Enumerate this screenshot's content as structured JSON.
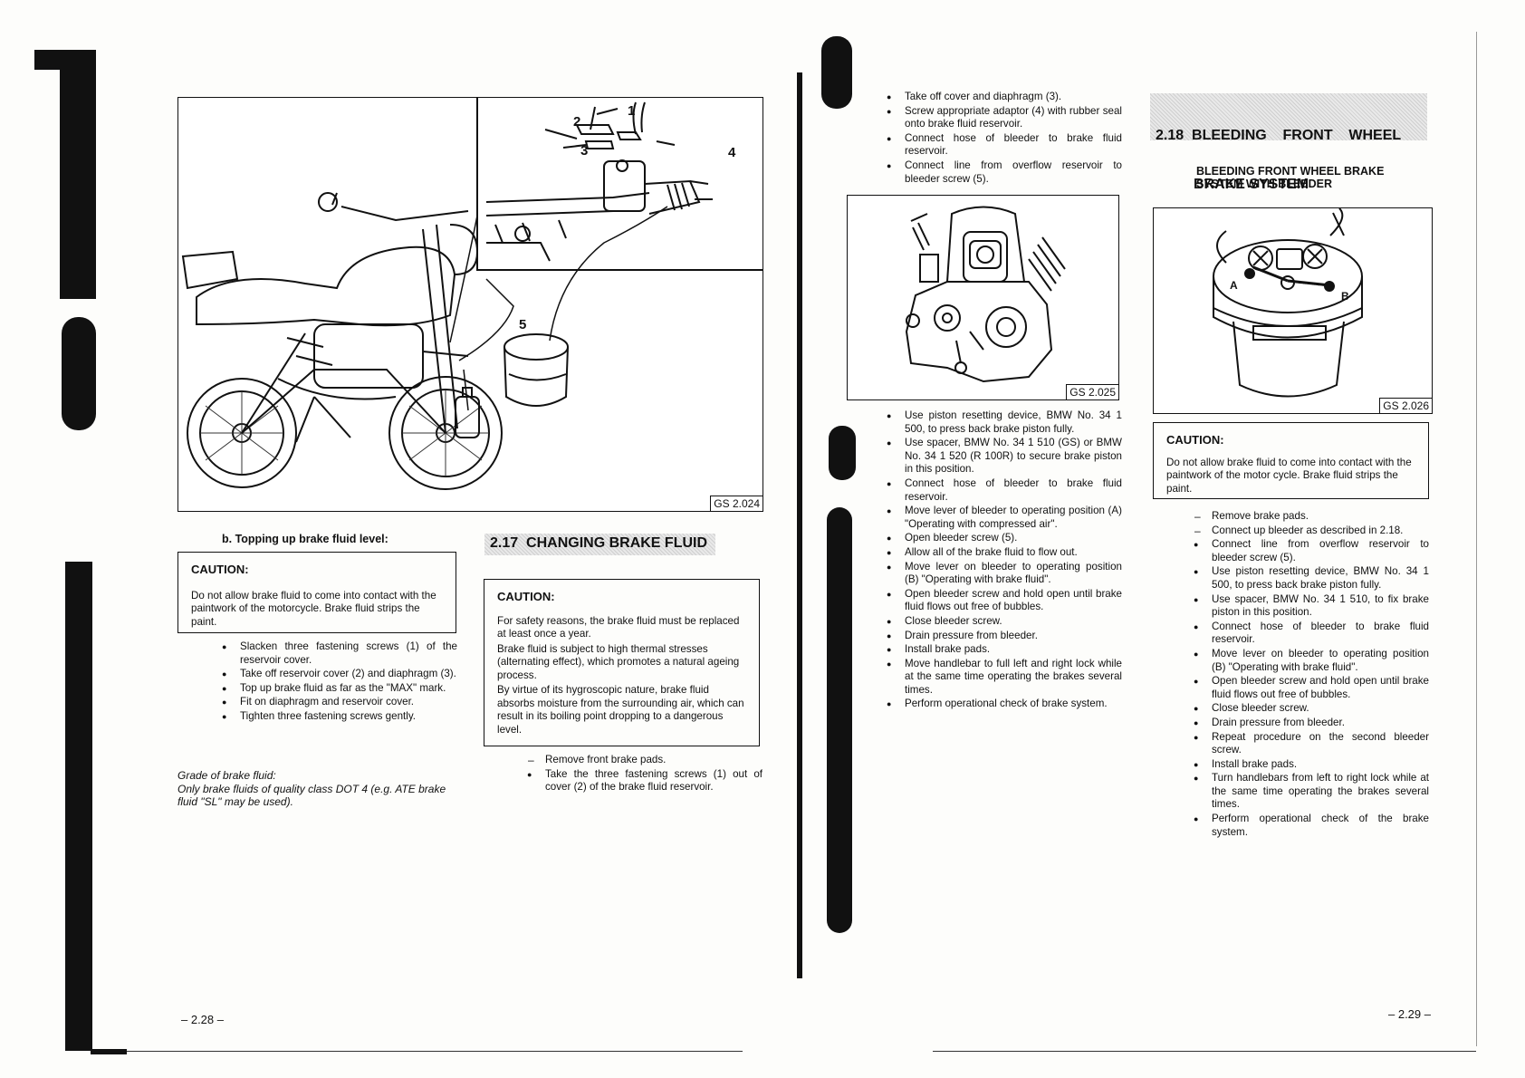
{
  "left_page": {
    "figure_label": "GS 2.024",
    "callouts": [
      "1",
      "2",
      "3",
      "4",
      "5"
    ],
    "subheading": "b. Topping up brake fluid level:",
    "caution": {
      "title": "CAUTION:",
      "text": "Do not allow brake fluid to come into contact with the paintwork of the motorcycle. Brake fluid strips the paint."
    },
    "steps": [
      "Slacken three fastening screws (1) of the reservoir cover.",
      "Take off reservoir cover (2) and diaphragm (3).",
      "Top up brake fluid as far as the \"MAX\" mark.",
      "Fit on diaphragm and reservoir cover.",
      "Tighten three fastening screws gently."
    ],
    "grade_title": "Grade of brake fluid:",
    "grade_text": "Only brake fluids of quality class DOT 4 (e.g. ATE brake fluid \"SL\" may be used).",
    "section_217": {
      "number": "2.17",
      "title": "CHANGING BRAKE FLUID",
      "caution_title": "CAUTION:",
      "caution_paras": [
        "For safety reasons, the brake fluid must be replaced at least once a year.",
        "Brake fluid is subject to high thermal stresses (alternating effect), which promotes a natural ageing process.",
        "By virtue of its hygroscopic nature, brake fluid absorbs moisture from the surrounding air, which can result in its boiling point dropping to a dangerous level."
      ],
      "steps": [
        {
          "type": "dash",
          "text": "Remove front brake pads."
        },
        {
          "type": "bullet",
          "text": "Take the three fastening screws (1) out of cover (2) of the brake fluid reservoir."
        }
      ]
    },
    "page_number": "– 2.28 –"
  },
  "right_page": {
    "steps_top": [
      "Take off cover and diaphragm (3).",
      "Screw appropriate adaptor (4) with rubber seal onto brake fluid reservoir.",
      "Connect hose of bleeder to brake fluid reservoir.",
      "Connect line from overflow reservoir to bleeder screw (5)."
    ],
    "figure_label_025": "GS 2.025",
    "steps_bottom": [
      "Use piston resetting device, BMW No. 34 1 500, to press back brake piston fully.",
      "Use spacer, BMW No. 34 1 510 (GS) or BMW No. 34 1 520 (R 100R) to secure brake piston in this position.",
      "Connect hose of bleeder to brake fluid reservoir.",
      "Move lever of bleeder to operating position (A) \"Operating with compressed air\".",
      "Open bleeder screw (5).",
      "Allow all of the brake fluid to flow out.",
      "Move lever on bleeder to operating position (B) \"Operating with brake fluid\".",
      "Open bleeder screw and hold open until brake fluid flows out free of bubbles.",
      "Close bleeder screw.",
      "Drain pressure from bleeder.",
      "Install brake pads.",
      "Move handlebar to full left and right lock while at the same time operating the brakes several times.",
      "Perform operational check of brake system."
    ],
    "section_218": {
      "number": "2.18",
      "title_line1": "BLEEDING    FRONT    WHEEL",
      "title_line2": "BRAKE SYSTEM",
      "subheading": "BLEEDING FRONT WHEEL BRAKE SYSTEM WITH BLEEDER",
      "figure_label": "GS 2.026",
      "fig_letters": [
        "A",
        "B"
      ],
      "caution": {
        "title": "CAUTION:",
        "text": "Do not allow brake fluid to come into contact with the paintwork of the motor cycle. Brake fluid strips the paint."
      },
      "steps": [
        {
          "type": "dash",
          "text": "Remove brake pads."
        },
        {
          "type": "dash",
          "text": "Connect up bleeder as described in 2.18."
        },
        {
          "type": "bullet",
          "text": "Connect line from overflow reservoir to bleeder screw (5)."
        },
        {
          "type": "bullet",
          "text": "Use piston resetting device, BMW No. 34 1 500, to press back brake piston fully."
        },
        {
          "type": "bullet",
          "text": "Use spacer, BMW No. 34 1 510, to fix brake piston in this position."
        },
        {
          "type": "bullet",
          "text": "Connect hose of bleeder to brake fluid reservoir."
        },
        {
          "type": "bullet",
          "text": "Move lever on bleeder to operating position (B) \"Operating with brake fluid\"."
        },
        {
          "type": "bullet",
          "text": "Open bleeder screw and hold open until brake fluid flows out free of bubbles."
        },
        {
          "type": "bullet",
          "text": "Close bleeder screw."
        },
        {
          "type": "bullet",
          "text": "Drain pressure from bleeder."
        },
        {
          "type": "bullet",
          "text": "Repeat procedure on the second bleeder screw."
        },
        {
          "type": "bullet",
          "text": "Install brake pads."
        },
        {
          "type": "bullet",
          "text": "Turn handlebars from left to right lock while at the same time operating the brakes several times."
        },
        {
          "type": "bullet",
          "text": "Perform operational check of the brake system."
        }
      ]
    },
    "page_number": "– 2.29 –"
  }
}
